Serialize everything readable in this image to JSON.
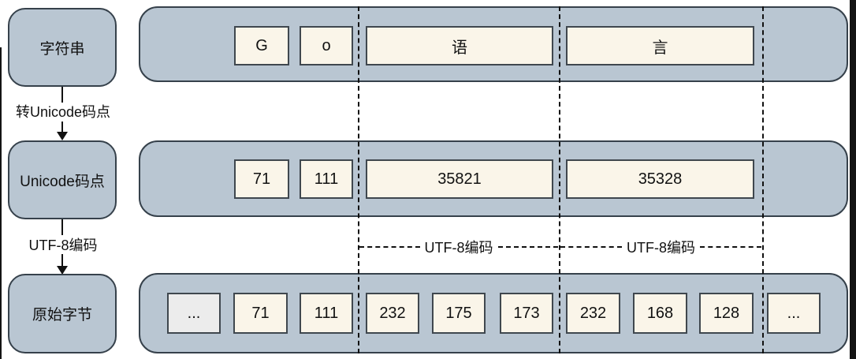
{
  "diagram": {
    "left": {
      "string_node": "字符串",
      "to_codepoint_label": "转Unicode码点",
      "codepoint_node": "Unicode码点",
      "to_bytes_label": "UTF-8编码",
      "bytes_node": "原始字节"
    },
    "rows": {
      "string": [
        "G",
        "o",
        "语",
        "言"
      ],
      "codepoints": [
        "71",
        "111",
        "35821",
        "35328"
      ],
      "bytes": [
        "...",
        "71",
        "111",
        "232",
        "175",
        "173",
        "232",
        "168",
        "128",
        "..."
      ]
    },
    "encode_labels": [
      "UTF-8编码",
      "UTF-8编码"
    ],
    "colors": {
      "band_fill": "#b9c6d2",
      "band_border": "#36414b",
      "cell_fill": "#faf5e9",
      "muted_cell_fill": "#ececec",
      "line": "#111111",
      "background": "#ffffff"
    }
  }
}
